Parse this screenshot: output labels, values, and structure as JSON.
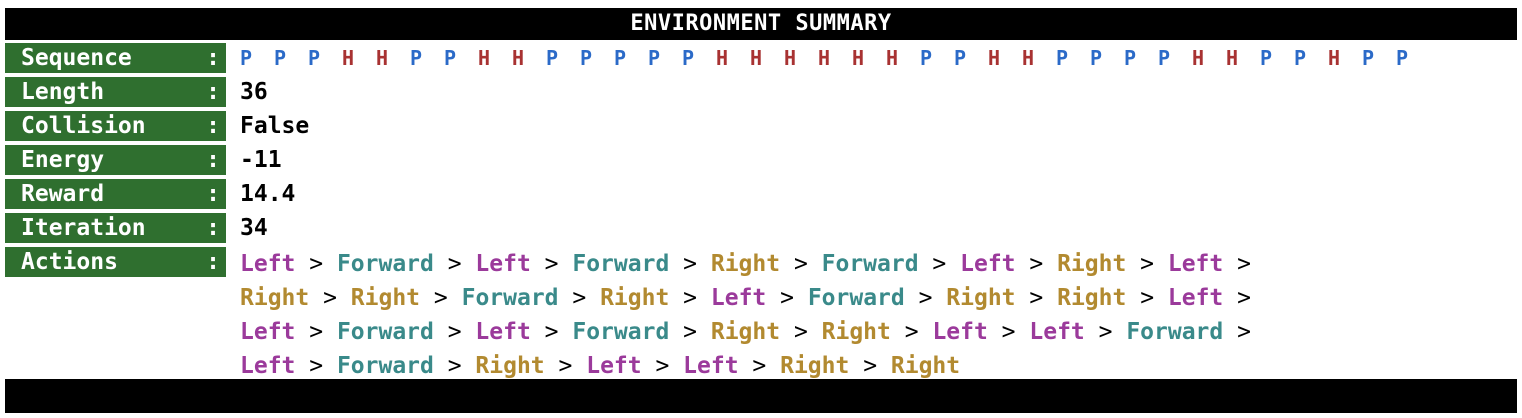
{
  "title": "ENVIRONMENT SUMMARY",
  "colors": {
    "label_bg": "#2f6f2f",
    "P": "#2b6ac8",
    "H": "#a83232",
    "Left": "#9b3a9b",
    "Right": "#b28a30",
    "Forward": "#3a8a8a"
  },
  "rows": [
    {
      "label": "Sequence",
      "colon": ":"
    },
    {
      "label": "Length",
      "colon": ":",
      "value": "36"
    },
    {
      "label": "Collision",
      "colon": ":",
      "value": "False"
    },
    {
      "label": "Energy",
      "colon": ":",
      "value": "-11"
    },
    {
      "label": "Reward",
      "colon": ":",
      "value": "14.4"
    },
    {
      "label": "Iteration",
      "colon": ":",
      "value": "34"
    },
    {
      "label": "Actions",
      "colon": ":"
    }
  ],
  "sequence": [
    "P",
    "P",
    "P",
    "H",
    "H",
    "P",
    "P",
    "H",
    "H",
    "P",
    "P",
    "P",
    "P",
    "P",
    "H",
    "H",
    "H",
    "H",
    "H",
    "H",
    "P",
    "P",
    "H",
    "H",
    "P",
    "P",
    "P",
    "P",
    "H",
    "H",
    "P",
    "P",
    "H",
    "P",
    "P"
  ],
  "separator": ">",
  "actions_lines": [
    [
      "Left",
      "Forward",
      "Left",
      "Forward",
      "Right",
      "Forward",
      "Left",
      "Right",
      "Left"
    ],
    [
      "Right",
      "Right",
      "Forward",
      "Right",
      "Left",
      "Forward",
      "Right",
      "Right",
      "Left"
    ],
    [
      "Left",
      "Forward",
      "Left",
      "Forward",
      "Right",
      "Right",
      "Left",
      "Left",
      "Forward"
    ],
    [
      "Left",
      "Forward",
      "Right",
      "Left",
      "Left",
      "Right",
      "Right"
    ]
  ]
}
